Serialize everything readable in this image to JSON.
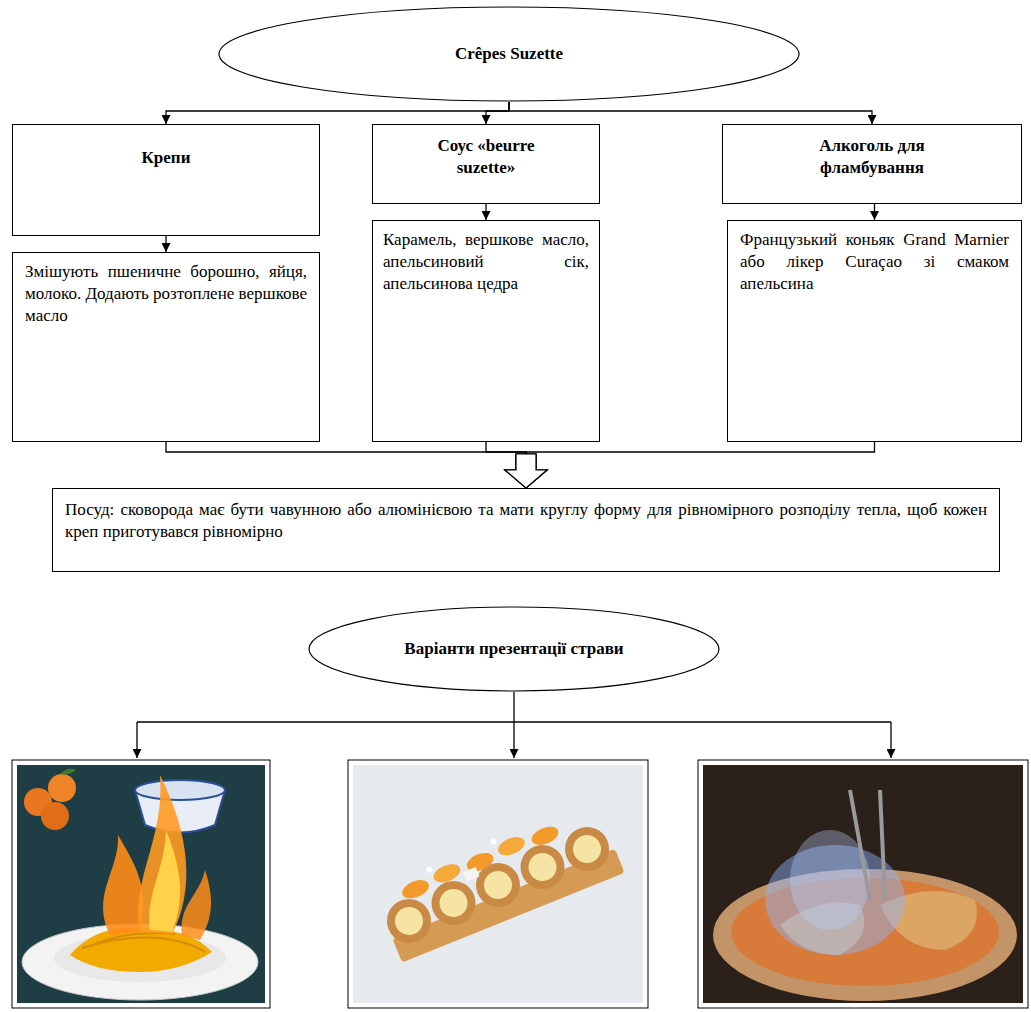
{
  "diagram": {
    "nodes": [
      {
        "text": [
          "Crêpes Suzette"
        ]
      },
      {
        "text": [
          "Крепи"
        ]
      },
      {
        "text": [
          "Соус «beurre suzette»"
        ]
      },
      {
        "text": [
          "Алкоголь для фламбування"
        ]
      },
      {
        "text": [
          "Змішують пшеничне борошно, яйця, молоко. Додають розтоплене вершкове масло"
        ]
      },
      {
        "text": [
          "Карамель, вершкове масло, апельсиновий сік, апельсинова цедра"
        ]
      },
      {
        "text": [
          "Французький коньяк Grand Marnier або лікер Curaçao зі смаком апельсина"
        ]
      },
      {
        "text": [
          "Посуд: сковорода має бути чавунною або алюмінієвою та мати круглу форму для рівномірного розподілу тепла, щоб кожен креп приготувався рівномірно"
        ]
      },
      {
        "text": [
          "Варіанти презентації страви"
        ]
      }
    ],
    "edges": [
      {
        "from": 0,
        "to": 1,
        "arrow": "to"
      },
      {
        "from": 0,
        "to": 2,
        "arrow": "to"
      },
      {
        "from": 0,
        "to": 3,
        "arrow": "to"
      },
      {
        "from": 1,
        "to": 4,
        "arrow": "to"
      },
      {
        "from": 2,
        "to": 5,
        "arrow": "to"
      },
      {
        "from": 3,
        "to": 6,
        "arrow": "to"
      },
      {
        "from": 4,
        "to": 7,
        "arrow": "to"
      },
      {
        "from": 5,
        "to": 7,
        "arrow": "to"
      },
      {
        "from": 6,
        "to": 7,
        "arrow": "to"
      }
    ]
  }
}
